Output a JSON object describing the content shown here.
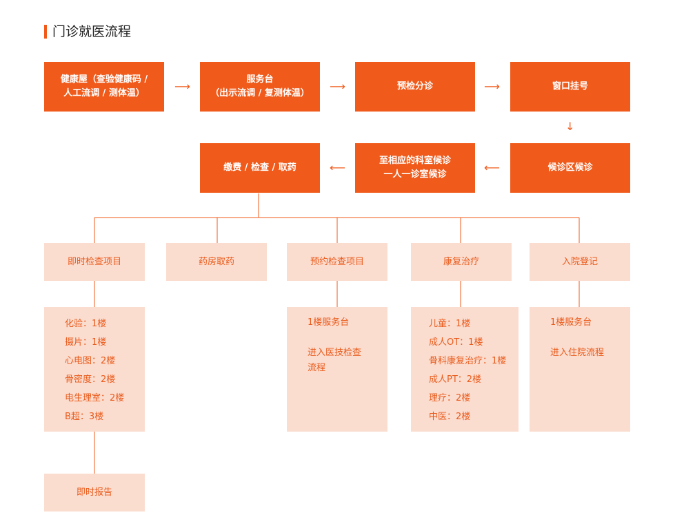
{
  "title": "门诊就医流程",
  "flow": {
    "step1": [
      "健康屋（查验健康码 /",
      "人工流调 / 测体温）"
    ],
    "step2": [
      "服务台",
      "（出示流调 / 复测体温）"
    ],
    "step3": [
      "预检分诊"
    ],
    "step4": [
      "窗口挂号"
    ],
    "step5": [
      "候诊区候诊"
    ],
    "step6": [
      "至相应的科室候诊",
      "一人一诊室候诊"
    ],
    "step7": [
      "缴费 / 检查 / 取药"
    ]
  },
  "branches": [
    {
      "label": "即时检查项目",
      "details": [
        "化验：1楼",
        "摄片：1楼",
        "心电图：2楼",
        "骨密度：2楼",
        "电生理室：2楼",
        "B超：3楼"
      ]
    },
    {
      "label": "药房取药"
    },
    {
      "label": "预约检查项目",
      "details": [
        "1楼服务台",
        "",
        "进入医技检查",
        "流程"
      ]
    },
    {
      "label": "康复治疗",
      "details": [
        "儿童：1楼",
        "成人OT：1楼",
        "骨科康复治疗：1楼",
        "成人PT：2楼",
        "理疗：2楼",
        "中医：2楼"
      ]
    },
    {
      "label": "入院登记",
      "details": [
        "1楼服务台",
        "",
        "进入住院流程"
      ]
    }
  ],
  "final": "即时报告",
  "colors": {
    "accent": "#f05a1a",
    "light": "#fbddd0",
    "light_text": "#e95a1a"
  }
}
